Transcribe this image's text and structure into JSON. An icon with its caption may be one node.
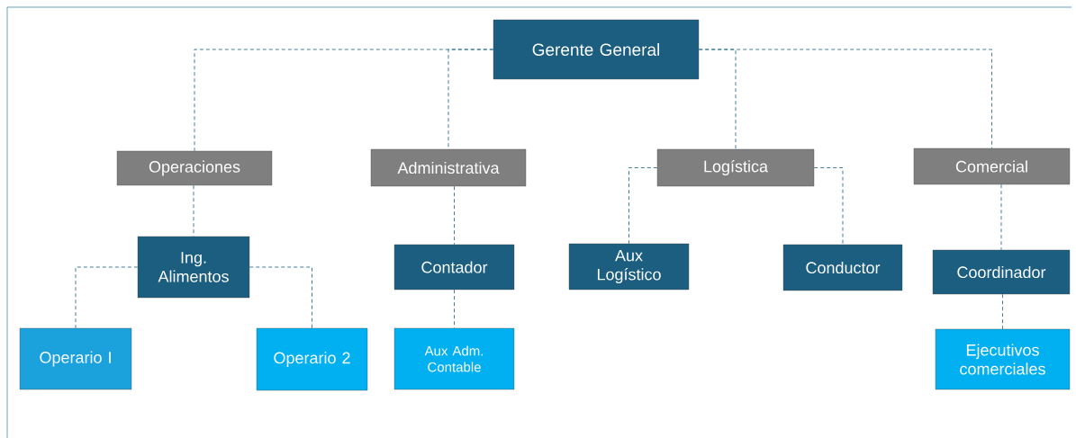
{
  "diagram": {
    "nodes": [
      {
        "text": [
          "Gerente General"
        ]
      },
      {
        "text": [
          "Operaciones"
        ]
      },
      {
        "text": [
          "Administrativa"
        ]
      },
      {
        "text": [
          "Logística"
        ]
      },
      {
        "text": [
          "Comercial"
        ]
      },
      {
        "text": [
          "Ing. Alimentos"
        ]
      },
      {
        "text": [
          "Contador"
        ]
      },
      {
        "text": [
          "Aux Logístico"
        ]
      },
      {
        "text": [
          "Conductor"
        ]
      },
      {
        "text": [
          "Coordinador"
        ]
      },
      {
        "text": [
          "Operario I"
        ]
      },
      {
        "text": [
          "Operario 2"
        ]
      },
      {
        "text": [
          "Aux Adm. Contable"
        ]
      },
      {
        "text": [
          "Ejecutivos comerciales"
        ]
      }
    ],
    "edges": [
      {
        "from": 0,
        "to": 1,
        "arrow": "none",
        "style": "dashed"
      },
      {
        "from": 0,
        "to": 2,
        "arrow": "none",
        "style": "dashed"
      },
      {
        "from": 0,
        "to": 3,
        "arrow": "none",
        "style": "dashed"
      },
      {
        "from": 0,
        "to": 4,
        "arrow": "none",
        "style": "dashed"
      },
      {
        "from": 1,
        "to": 5,
        "arrow": "none",
        "style": "dashed"
      },
      {
        "from": 5,
        "to": 10,
        "arrow": "none",
        "style": "dashed"
      },
      {
        "from": 5,
        "to": 11,
        "arrow": "none",
        "style": "dashed"
      },
      {
        "from": 2,
        "to": 6,
        "arrow": "none",
        "style": "dashed"
      },
      {
        "from": 6,
        "to": 12,
        "arrow": "none",
        "style": "dashed"
      },
      {
        "from": 3,
        "to": 7,
        "arrow": "none",
        "style": "dashed"
      },
      {
        "from": 3,
        "to": 8,
        "arrow": "none",
        "style": "dashed"
      },
      {
        "from": 4,
        "to": 9,
        "arrow": "none",
        "style": "dashed"
      },
      {
        "from": 9,
        "to": 13,
        "arrow": "none",
        "style": "dashed"
      }
    ]
  }
}
